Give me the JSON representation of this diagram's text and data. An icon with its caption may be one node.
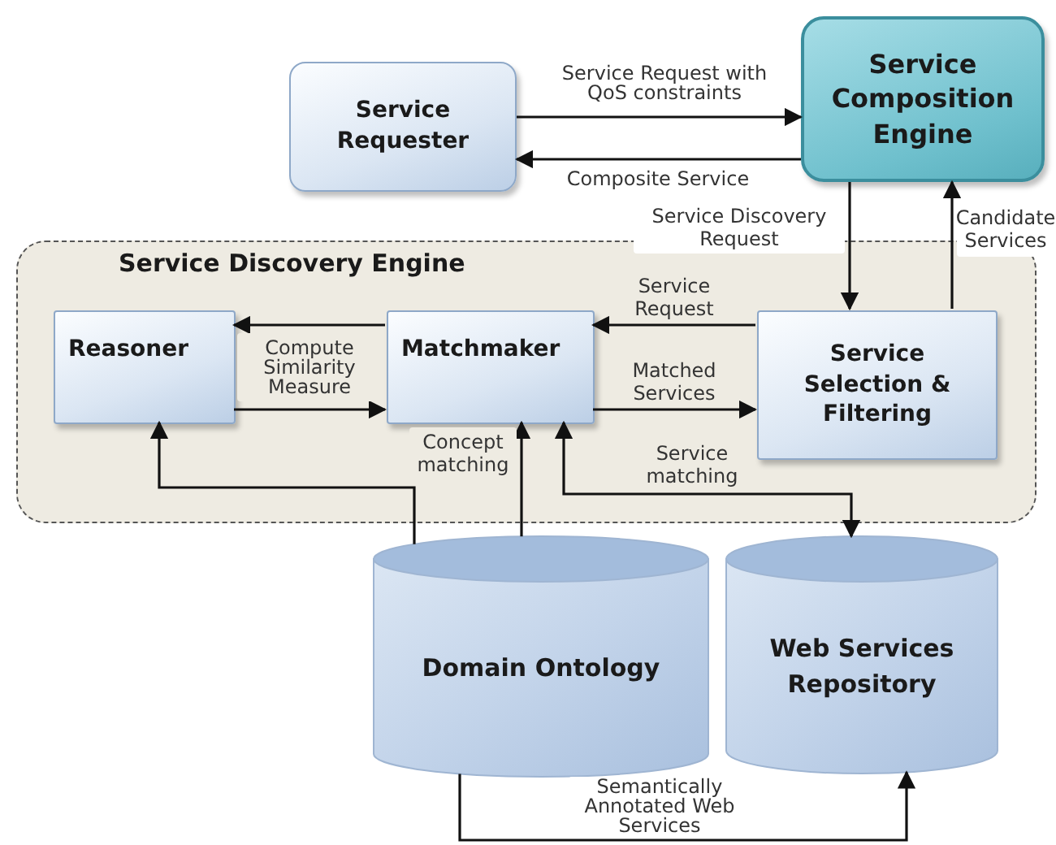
{
  "diagram": {
    "nodes": [
      {
        "text": [
          "Service Requester"
        ]
      },
      {
        "text": [
          "Service Composition Engine"
        ]
      },
      {
        "text": [
          "Service Discovery Engine"
        ]
      },
      {
        "text": [
          "Reasoner"
        ],
        "in": 2
      },
      {
        "text": [
          "Matchmaker"
        ],
        "in": 2
      },
      {
        "text": [
          "Service Selection & Filtering"
        ],
        "in": 2
      },
      {
        "text": [
          "Domain Ontology"
        ]
      },
      {
        "text": [
          "Web Services Repository"
        ]
      }
    ],
    "edges": [
      {
        "from": 0,
        "to": 1,
        "arrow": "to",
        "label": "Service Request with QoS constraints"
      },
      {
        "from": 1,
        "to": 0,
        "arrow": "to",
        "label": "Composite Service"
      },
      {
        "from": 1,
        "to": 5,
        "arrow": "to",
        "label": "Service Discovery Request"
      },
      {
        "from": 5,
        "to": 1,
        "arrow": "to",
        "label": "Candidate Services"
      },
      {
        "from": 4,
        "to": 3,
        "arrow": "to",
        "label": "Compute Similarity Measure"
      },
      {
        "from": 3,
        "to": 4,
        "arrow": "to"
      },
      {
        "from": 5,
        "to": 4,
        "arrow": "to",
        "label": "Service Request"
      },
      {
        "from": 4,
        "to": 5,
        "arrow": "to",
        "label": "Matched Services"
      },
      {
        "from": 6,
        "to": 3,
        "arrow": "to"
      },
      {
        "from": 6,
        "to": 4,
        "arrow": "to",
        "label": "Concept matching"
      },
      {
        "from": 4,
        "to": 7,
        "arrow": "both",
        "label": "Service matching"
      },
      {
        "from": 6,
        "to": 7,
        "arrow": "to",
        "label": "Semantically Annotated Web Services"
      }
    ]
  }
}
